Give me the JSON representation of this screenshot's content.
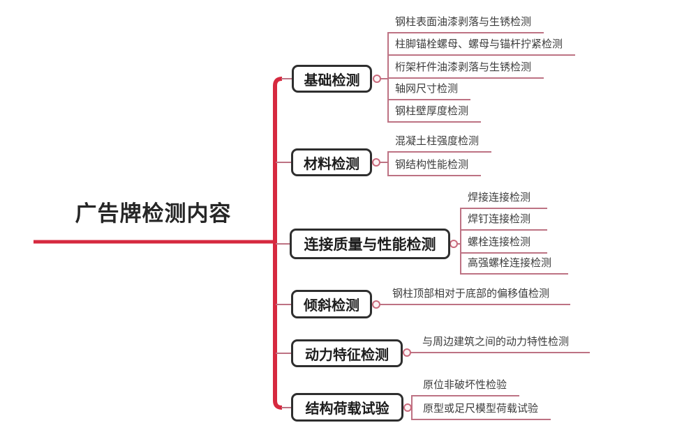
{
  "root": {
    "title": "广告牌检测内容"
  },
  "branches": [
    {
      "label": "基础检测",
      "leaves": [
        "钢柱表面油漆剥落与生锈检测",
        "柱脚锚栓螺母、螺母与锚杆拧紧检测",
        "桁架杆件油漆剥落与生锈检测",
        "轴网尺寸检测",
        "钢柱壁厚度检测"
      ]
    },
    {
      "label": "材料检测",
      "leaves": [
        "混凝土柱强度检测",
        "钢结构性能检测"
      ]
    },
    {
      "label": "连接质量与性能检测",
      "leaves": [
        "焊接连接检测",
        "焊钉连接检测",
        "螺栓连接检测",
        "高强螺栓连接检测"
      ]
    },
    {
      "label": "倾斜检测",
      "leaves": [
        "钢柱顶部相对于底部的偏移值检测"
      ]
    },
    {
      "label": "动力特征检测",
      "leaves": [
        "与周边建筑之间的动力特性检测"
      ]
    },
    {
      "label": "结构荷载试验",
      "leaves": [
        "原位非破坏性检验",
        "原型或足尺模型荷载试验"
      ]
    }
  ],
  "colors": {
    "trunk_red": "#d6293f",
    "branch_pink": "#bd7283",
    "node_border": "#2e2e2e",
    "node_text": "#1c1c1c",
    "leaf_text": "#3c3c3c",
    "connector_dot_fill": "#fdf3f5"
  }
}
